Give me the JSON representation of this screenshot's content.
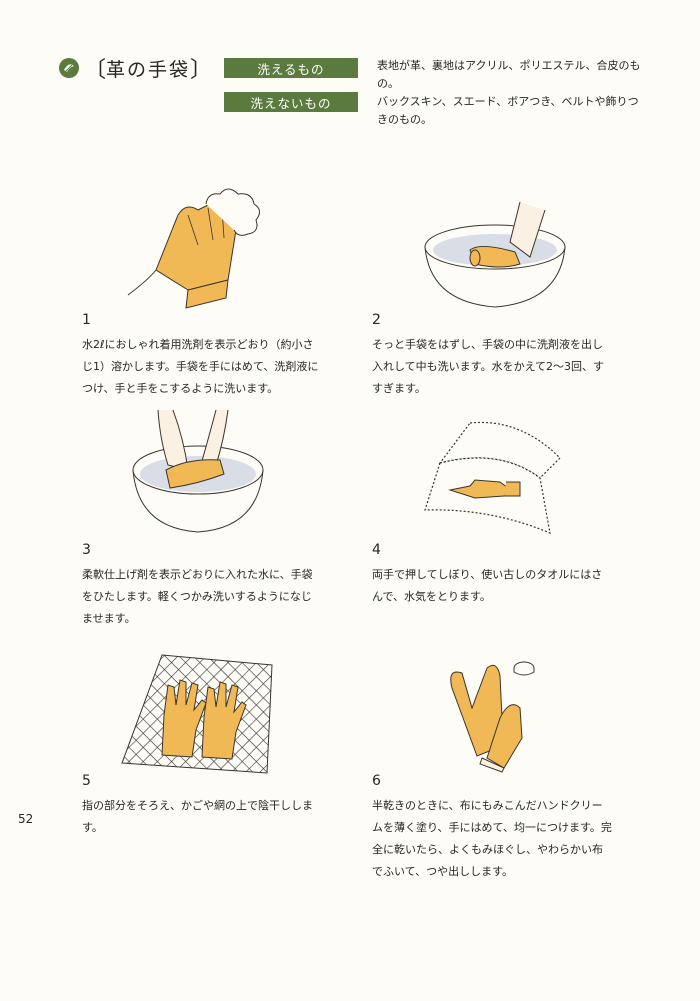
{
  "header": {
    "title": "革の手袋",
    "bracket_open": "〔",
    "bracket_close": "〕",
    "washable_label": "洗えるもの",
    "washable_desc": "表地が革、裏地はアクリル、ポリエステル、合皮のもの。",
    "not_washable_label": "洗えないもの",
    "not_washable_desc": "バックスキン、スエード、ボアつき、ベルトや飾りつきのもの。"
  },
  "steps": [
    {
      "num": "1",
      "text": "水2ℓにおしゃれ着用洗剤を表示どおり（約小さじ1）溶かします。手袋を手にはめて、洗剤液につけ、手と手をこするように洗います。"
    },
    {
      "num": "2",
      "text": "そっと手袋をはずし、手袋の中に洗剤液を出し入れして中も洗います。水をかえて2〜3回、すすぎます。"
    },
    {
      "num": "3",
      "text": "柔軟仕上げ剤を表示どおりに入れた水に、手袋をひたします。軽くつかみ洗いするようになじませます。"
    },
    {
      "num": "4",
      "text": "両手で押してしぼり、使い古しのタオルにはさんで、水気をとります。"
    },
    {
      "num": "5",
      "text": "指の部分をそろえ、かごや網の上で陰干しします。"
    },
    {
      "num": "6",
      "text": "半乾きのときに、布にもみこんだハンドクリームを薄く塗り、手にはめて、均一につけます。完全に乾いたら、よくもみほぐし、やわらかい布でふいて、つや出しします。"
    }
  ],
  "page_number": "52",
  "colors": {
    "accent_green": "#5a7a3e",
    "glove": "#f0b955",
    "outline": "#3a332c",
    "water": "#d9dde6",
    "skin": "#fbf1e2"
  }
}
